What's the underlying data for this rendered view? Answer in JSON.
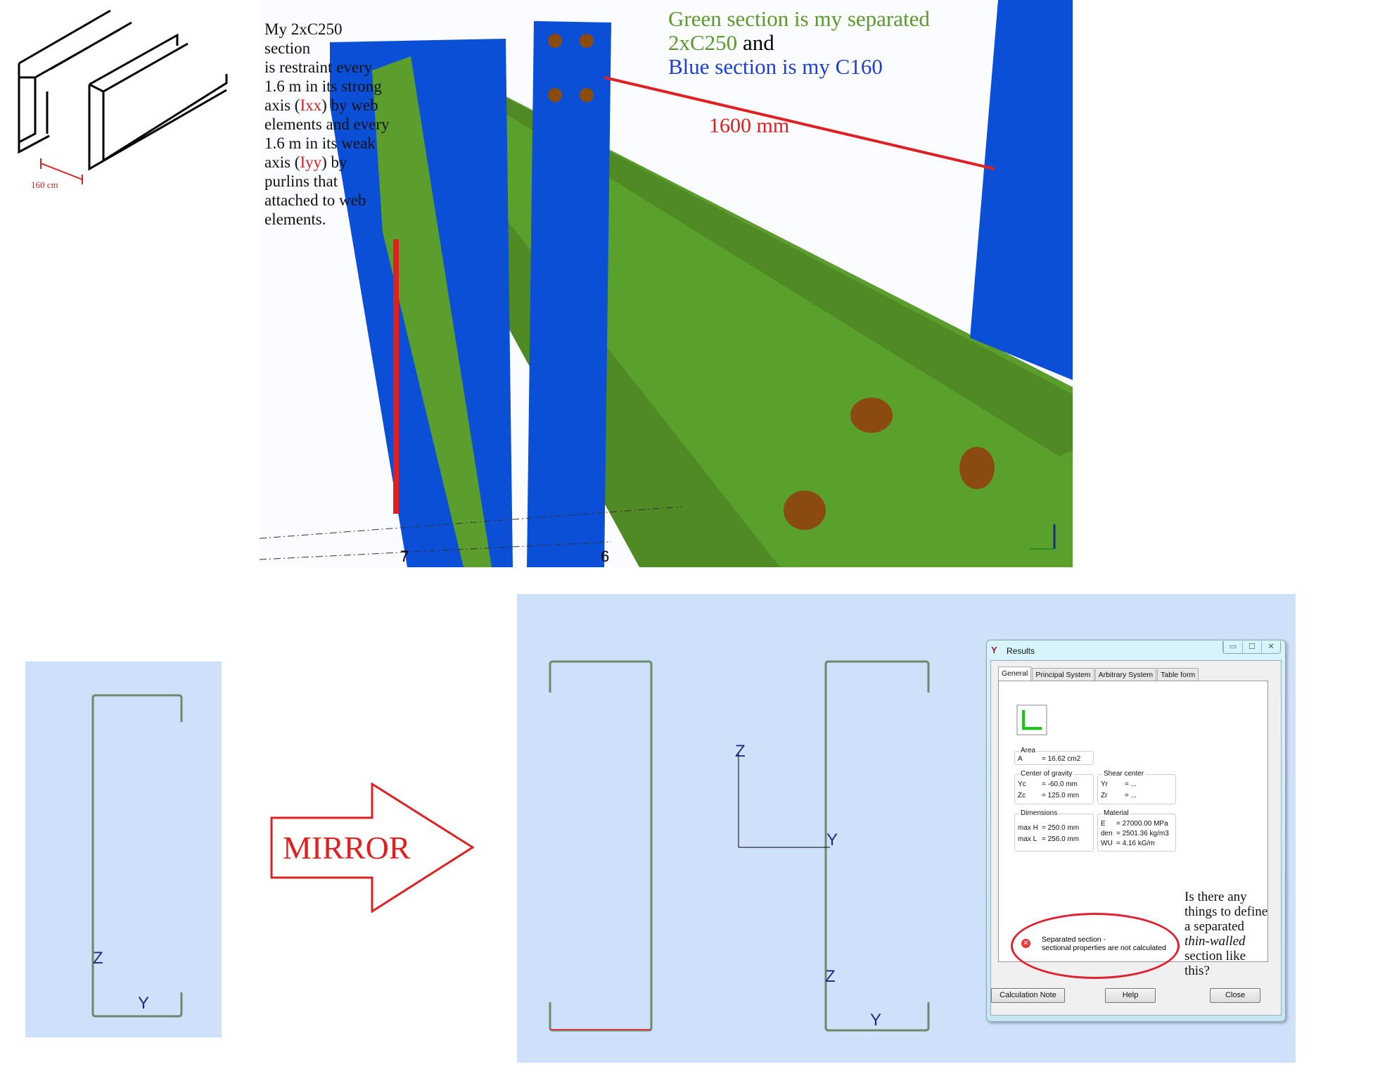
{
  "sketch": {
    "dimension_label": "160 cm"
  },
  "scene": {
    "description_text": [
      "My 2xC250",
      "section",
      "is restraint every",
      "1.6 m in its strong",
      "axis (",
      "Ixx",
      ") by web",
      "elements and every",
      "1.6 m in its weak",
      "axis (",
      "Iyy",
      ") by",
      "purlins that",
      "attached to web",
      "elements."
    ],
    "legend": {
      "green_line1": "Green section is my separated",
      "green_line2": "2xC250",
      "and": " and",
      "blue_line": "Blue section is my C160"
    },
    "dimension": "1600 mm",
    "grid_labels": [
      "7",
      "6"
    ],
    "colors": {
      "purlin": "#5c9e2e",
      "column": "#0a4fd6",
      "annotation": "#e02020"
    }
  },
  "left_panel": {
    "axis_z": "Z",
    "axis_y": "Y"
  },
  "mirror_label": "MIRROR",
  "right_panel": {
    "axis_z1": "Z",
    "axis_y1": "Y",
    "axis_z2": "Z",
    "axis_y2": "Y"
  },
  "dialog": {
    "title": "Results",
    "tabs": [
      "General",
      "Principal System",
      "Arbitrary System",
      "Table form"
    ],
    "area": {
      "caption": "Area",
      "label": "A",
      "value": "= 16.62 cm2"
    },
    "cog": {
      "caption": "Center of gravity",
      "yc_label": "Yc",
      "yc": "= -60.0 mm",
      "zc_label": "Zc",
      "zc": "= 125.0 mm"
    },
    "shear": {
      "caption": "Shear center",
      "yr_label": "Yr",
      "yr": "= ...",
      "zr_label": "Zr",
      "zr": "= ..."
    },
    "dims": {
      "caption": "Dimensions",
      "h_label": "max H",
      "h": "= 250.0 mm",
      "l_label": "max L",
      "l": "= 256.0 mm"
    },
    "material": {
      "caption": "Material",
      "e_label": "E",
      "e": "= 27000.00 MPa",
      "den_label": "den",
      "den": "= 2501.36 kg/m3",
      "wu_label": "WU",
      "wu": "= 4.16 kG/m"
    },
    "error": [
      "Separated section -",
      "sectional properties are not calculated"
    ],
    "buttons": {
      "calc": "Calculation Note",
      "help": "Help",
      "close": "Close"
    }
  },
  "question": [
    "Is there any",
    "things to define",
    "a separated",
    "thin-walled",
    "section like",
    "this?"
  ]
}
